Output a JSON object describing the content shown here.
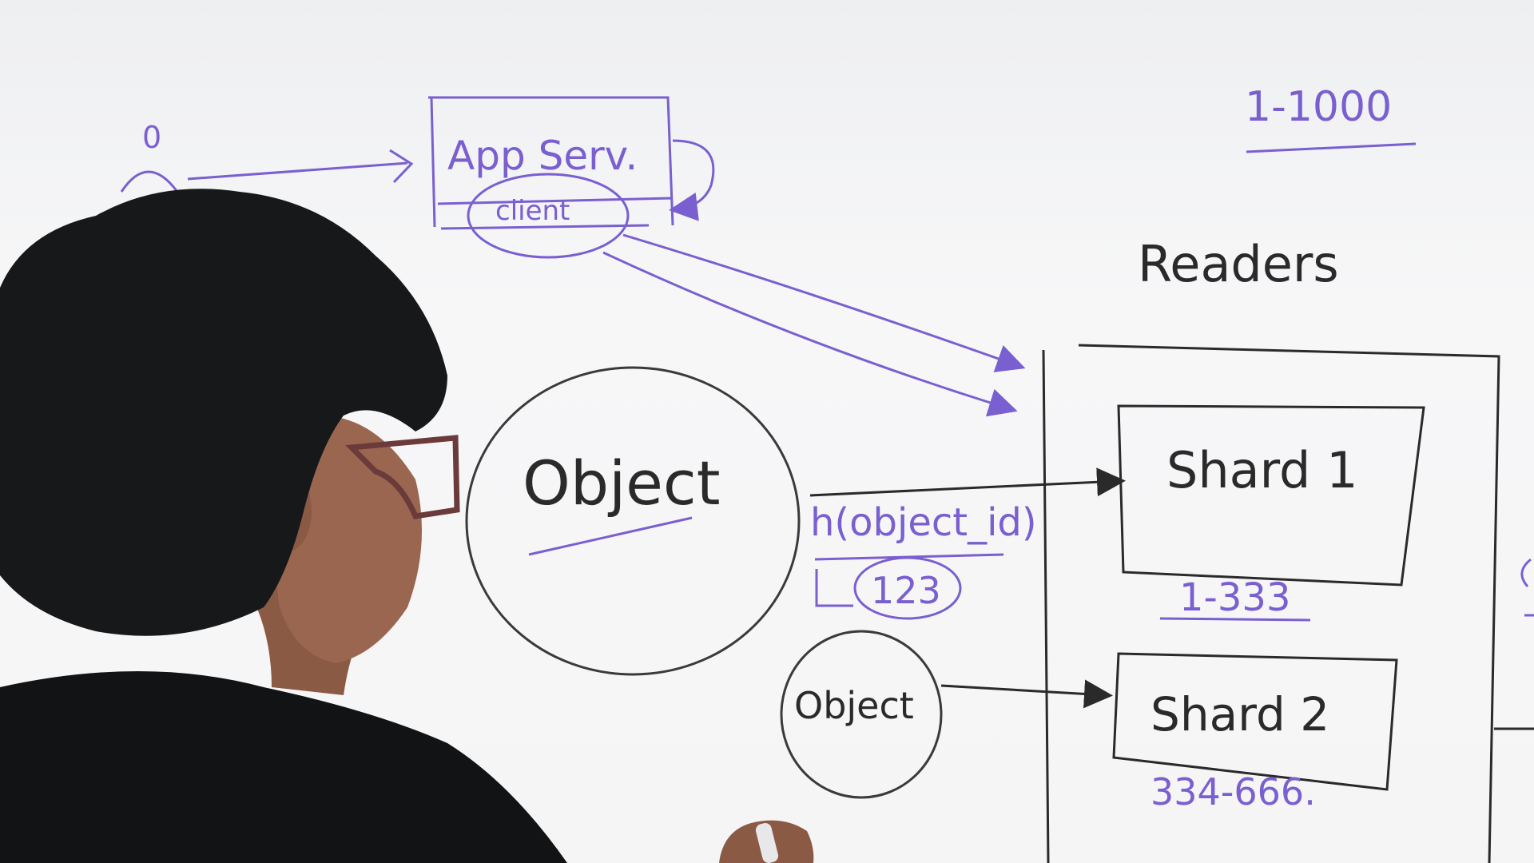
{
  "whiteboard": {
    "ink_colors": {
      "purple": "#7a5fd0",
      "black": "#2a2a2a"
    },
    "labels": {
      "user_mark": "0",
      "app_server": "App Serv.",
      "client": "client",
      "range_total": "1-1000",
      "readers": "Readers",
      "object_large": "Object",
      "hash_fn": "h(object_id)",
      "hash_value": "123",
      "object_small": "Object",
      "shard1": "Shard 1",
      "shard1_range": "1-333",
      "shard2": "Shard 2",
      "shard2_range": "334-666."
    }
  }
}
